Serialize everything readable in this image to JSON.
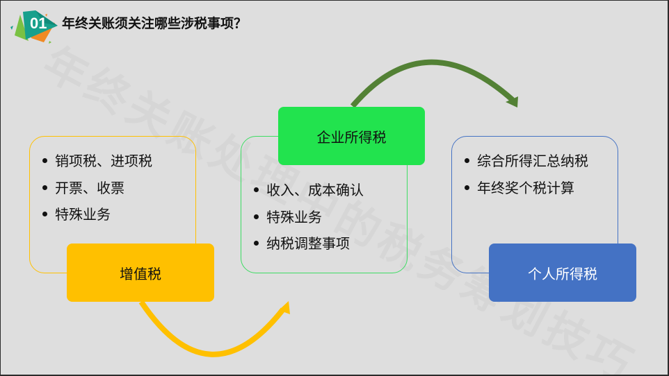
{
  "header": {
    "badge_number": "01",
    "title": "年终关账须关注哪些涉税事项？"
  },
  "watermark": "年终关账处理中的税务筹划技巧",
  "colors": {
    "background": "#dedede",
    "vat": "#ffc000",
    "corporate": "#22e34e",
    "personal": "#4472c4",
    "arrow_top": "#538135",
    "arrow_bottom": "#ffc000",
    "logo_teal": "#17a08c",
    "logo_orange": "#f08a24",
    "logo_green": "#7ac143"
  },
  "cards": [
    {
      "id": "vat",
      "label": "增值税",
      "items": [
        "销项税、进项税",
        "开票、收票",
        "特殊业务"
      ]
    },
    {
      "id": "corporate",
      "label": "企业所得税",
      "items": [
        "收入、成本确认",
        "特殊业务",
        "纳税调整事项"
      ]
    },
    {
      "id": "personal",
      "label": "个人所得税",
      "items": [
        "综合所得汇总纳税",
        "年终奖个税计算"
      ]
    }
  ]
}
